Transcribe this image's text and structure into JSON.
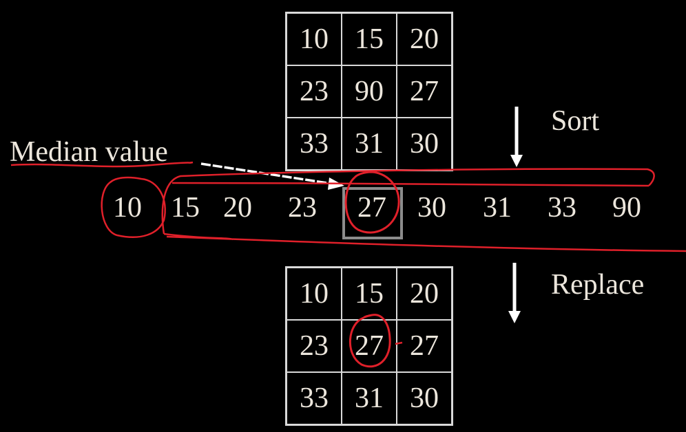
{
  "original_grid": [
    [
      "10",
      "15",
      "20"
    ],
    [
      "23",
      "90",
      "27"
    ],
    [
      "33",
      "31",
      "30"
    ]
  ],
  "sorted_values": [
    "10",
    "15",
    "20",
    "23",
    "27",
    "30",
    "31",
    "33",
    "90"
  ],
  "result_grid": [
    [
      "10",
      "15",
      "20"
    ],
    [
      "23",
      "27",
      "27"
    ],
    [
      "33",
      "31",
      "30"
    ]
  ],
  "labels": {
    "sort": "Sort",
    "replace": "Replace",
    "median": "Median value"
  },
  "colors": {
    "background": "#000000",
    "text": "#ece6dc",
    "grid_lines": "#d9d9d9",
    "median_box": "#8c8c8c",
    "annotation": "#e0202a"
  }
}
